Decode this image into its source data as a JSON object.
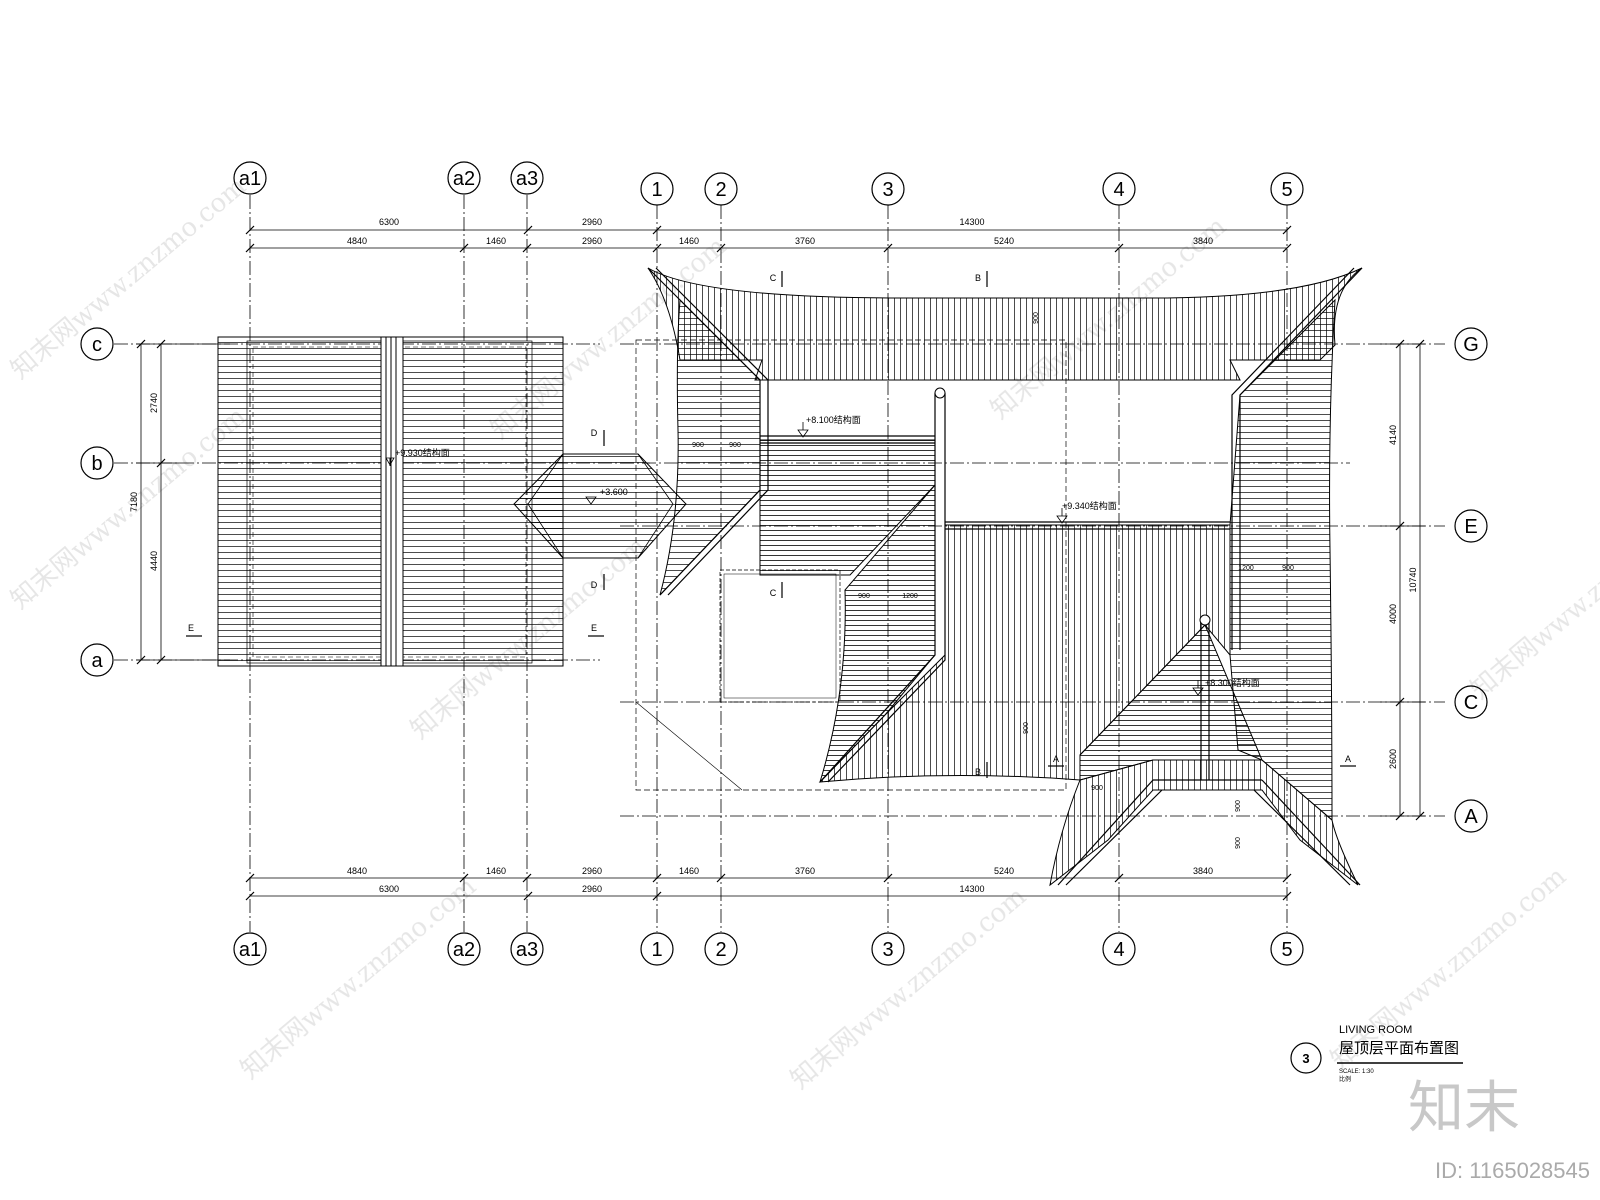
{
  "grid_top": [
    "a1",
    "a2",
    "a3",
    "1",
    "2",
    "3",
    "4",
    "5"
  ],
  "grid_bottom": [
    "a1",
    "a2",
    "a3",
    "1",
    "2",
    "3",
    "4",
    "5"
  ],
  "grid_left": [
    "c",
    "b",
    "a"
  ],
  "grid_right": [
    "G",
    "E",
    "C",
    "A"
  ],
  "dims": {
    "top_overall": [
      "6300",
      "2960",
      "14300"
    ],
    "top_detail": [
      "4840",
      "1460",
      "2960",
      "1460",
      "3760",
      "5240",
      "3840"
    ],
    "bottom_detail": [
      "4840",
      "1460",
      "2960",
      "1460",
      "3760",
      "5240",
      "3840"
    ],
    "bottom_overall": [
      "6300",
      "2960",
      "14300"
    ],
    "left_inner": [
      "2740",
      "4440"
    ],
    "left_outer": "7180",
    "right_inner": [
      "4140",
      "4000",
      "2600"
    ],
    "right_outer": "10740",
    "roof_offsets": [
      "900",
      "900",
      "900",
      "900",
      "1200",
      "900",
      "1200",
      "900",
      "900",
      "900",
      "900",
      "900",
      "900"
    ]
  },
  "elevations": {
    "e1": "+9.930结构面",
    "e2": "+3.600",
    "e3": "+8.100结构面",
    "e4": "+9.340结构面",
    "e5": "+8.300结构面"
  },
  "sections": [
    "C",
    "C",
    "B",
    "B",
    "D",
    "D",
    "E",
    "E",
    "A",
    "A"
  ],
  "title_block": {
    "number": "3",
    "title_en": "LIVING ROOM",
    "title_cn": "屋顶层平面布置图",
    "scale": "SCALE: 1:30",
    "scale_cn": "比例"
  },
  "watermark": {
    "logo": "知末",
    "id": "ID: 1165028545",
    "repeat_text": "知末网www.znzmo.com"
  }
}
